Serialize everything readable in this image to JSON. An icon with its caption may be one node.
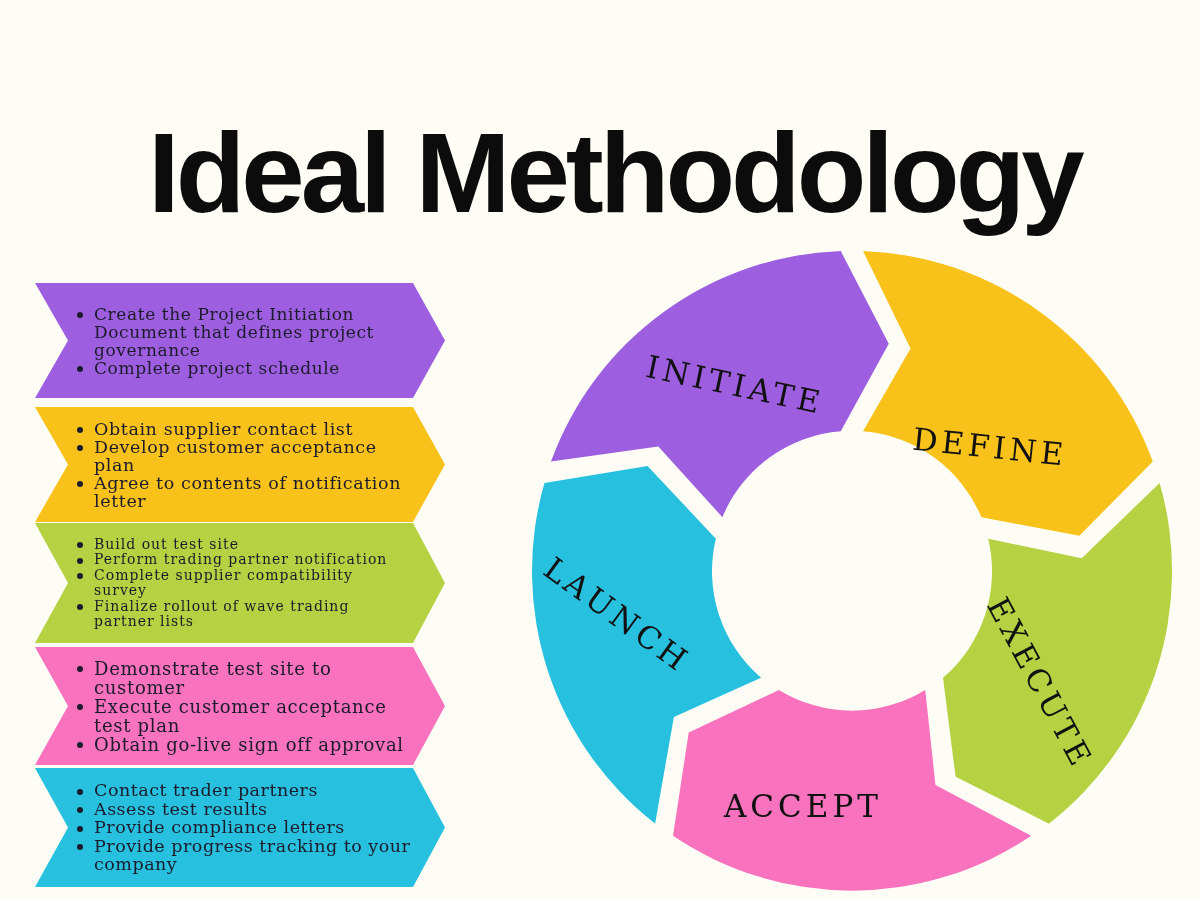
{
  "diagram": {
    "title": "Ideal Methodology",
    "nodes": [
      {
        "text": [
          "Create the Project Initiation Document that defines project governance",
          "Complete project schedule"
        ]
      },
      {
        "text": [
          "Obtain supplier contact list",
          "Develop customer acceptance plan",
          "Agree to contents of notification letter"
        ]
      },
      {
        "text": [
          "Build out test site",
          "Perform trading partner notification",
          "Complete supplier compatibility survey",
          "Finalize rollout of wave trading partner lists"
        ]
      },
      {
        "text": [
          "Demonstrate test site to customer",
          "Execute customer acceptance test plan",
          "Obtain go-live sign off approval"
        ]
      },
      {
        "text": [
          "Contact trader partners",
          "Assess test results",
          "Provide compliance letters",
          "Provide progress tracking to your company"
        ]
      },
      {
        "text": [
          "INITIATE"
        ]
      },
      {
        "text": [
          "DEFINE"
        ]
      },
      {
        "text": [
          "EXECUTE"
        ]
      },
      {
        "text": [
          "ACCEPT"
        ]
      },
      {
        "text": [
          "LAUNCH"
        ]
      }
    ]
  }
}
